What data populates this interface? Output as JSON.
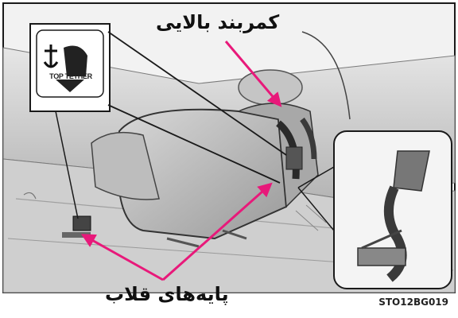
{
  "labels": {
    "top_tether_strap": "کمربند بالایی",
    "anchor_brackets": "پایه‌های قلاب",
    "figure_code": "STO12BG019",
    "badge_text": "TOP TETHER"
  },
  "icons": {
    "badge": "top-tether-symbol-icon"
  },
  "colors": {
    "arrow": "#e8197a",
    "line": "#1a1a1a",
    "background": "#ffffff"
  }
}
